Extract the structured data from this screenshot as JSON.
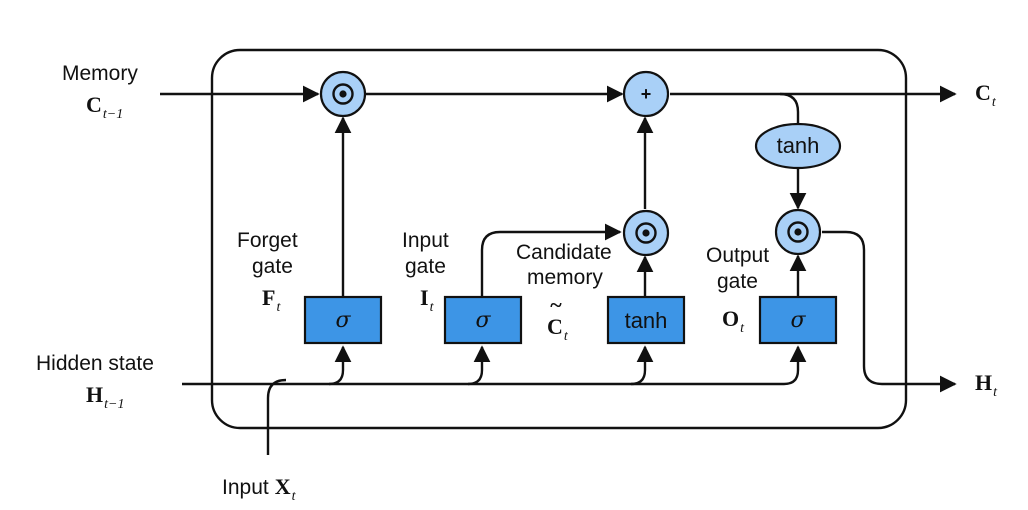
{
  "labels": {
    "memory": "Memory",
    "memory_var": "C",
    "memory_sub": "t−1",
    "cell_out_var": "C",
    "cell_out_sub": "t",
    "hidden_state": "Hidden state",
    "hidden_var": "H",
    "hidden_sub": "t−1",
    "hidden_out_var": "H",
    "hidden_out_sub": "t",
    "input_text": "Input",
    "input_var": "X",
    "input_sub": "t",
    "forget_line1": "Forget",
    "forget_line2": "gate",
    "forget_var": "F",
    "forget_sub": "t",
    "input_gate_line1": "Input",
    "input_gate_line2": "gate",
    "input_gate_var": "I",
    "input_gate_sub": "t",
    "candidate_line1": "Candidate",
    "candidate_line2": "memory",
    "candidate_var": "C",
    "candidate_tilde": "~",
    "candidate_sub": "t",
    "output_line1": "Output",
    "output_line2": "gate",
    "output_var": "O",
    "output_sub": "t"
  },
  "blocks": {
    "forget_fn": "σ",
    "input_fn": "σ",
    "candidate_fn": "tanh",
    "output_fn": "σ",
    "tanh_op": "tanh",
    "add_op": "+"
  },
  "colors": {
    "gate_fill": "#3d95e6",
    "op_fill": "#a9d0f7",
    "stroke": "#111111"
  },
  "icons": {
    "multiply": "hadamard-product-icon",
    "add": "plus-icon"
  }
}
